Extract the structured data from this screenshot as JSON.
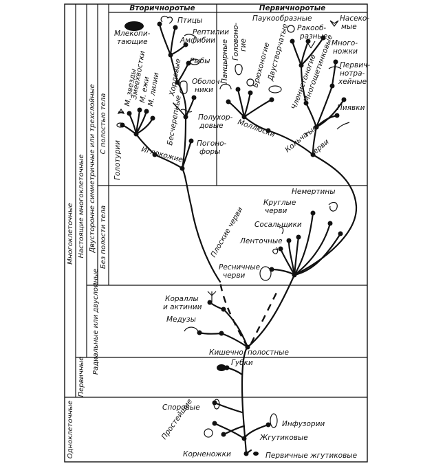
{
  "headers": {
    "secondary_mouth": "Вторичноротые",
    "primary_mouth": "Первичноротые"
  },
  "vertical_labels": {
    "multicellular": "Многоклеточные",
    "true_multicellular": "Настоящие многоклеточные",
    "bilateral": "Двусторонне симметричные или трехслойные",
    "with_cavity": "С полостью тела",
    "without_cavity": "Без полости тела",
    "radial": "Радиальные или двуслойные",
    "primary": "Первичные",
    "unicellular": "Одноклеточные"
  },
  "taxa": {
    "mammals_1": "Млекопи-",
    "mammals_2": "тающие",
    "birds": "Птицы",
    "reptiles": "Рептилии",
    "amphibians": "Амфибии",
    "fishes": "Рыбы",
    "tunicates_1": "Оболоч-",
    "tunicates_2": "ники",
    "chordates": "Хордовые",
    "acraniates": "Бесчерепные",
    "brittle_stars": "Змеехвостки",
    "sea_stars": "М. звезды",
    "sea_urchins": "М. ежи",
    "sea_lilies": "М. лилии",
    "holothurians": "Голотурии",
    "echinoderms": "Иглокожие",
    "hemichordates_1": "Полухор-",
    "hemichordates_2": "довые",
    "pogonophora_1": "Погоно-",
    "pogonophora_2": "форы",
    "arachnids": "Паукообразные",
    "crustaceans_1": "Ракооб-",
    "crustaceans_2": "разные",
    "insects_1": "Насеко-",
    "insects_2": "мые",
    "myriapods_1": "Много-",
    "myriapods_2": "ножки",
    "onychophora_1": "Первич-",
    "onychophora_2": "нотра-",
    "onychophora_3": "хейные",
    "polyplacophora": "Панцырные",
    "cephalopods_1": "Головоно-",
    "cephalopods_2": "гие",
    "gastropods": "Брюхоногие",
    "bivalves": "Двустворчатые",
    "arthropods": "Членистоногие",
    "polychaetes": "Многощетинковые",
    "leeches": "Пиявки",
    "molluscs": "Моллюски",
    "annelids_1": "Кольча-",
    "annelids_2": "тые",
    "worms": "черви",
    "nemerteans": "Немертины",
    "roundworms_1": "Круглые",
    "roundworms_2": "черви",
    "flukes": "Сосальщики",
    "tapeworms": "Ленточные",
    "flatworms": "Плоские черви",
    "turbellaria_1": "Ресничные",
    "turbellaria_2": "черви",
    "corals_1": "Кораллы",
    "corals_2": "и актинии",
    "jellyfish": "Медузы",
    "coelenterates_1": "Кишечно",
    "coelenterates_2": "полостные",
    "sponges": "Губки",
    "sporozoa": "Споровые",
    "ciliates": "Инфузории",
    "protozoa": "Простейшие",
    "flagellates": "Жгутиковые",
    "rhizopods": "Корненожки",
    "primary_flagellates": "Первичные жгутиковые"
  }
}
